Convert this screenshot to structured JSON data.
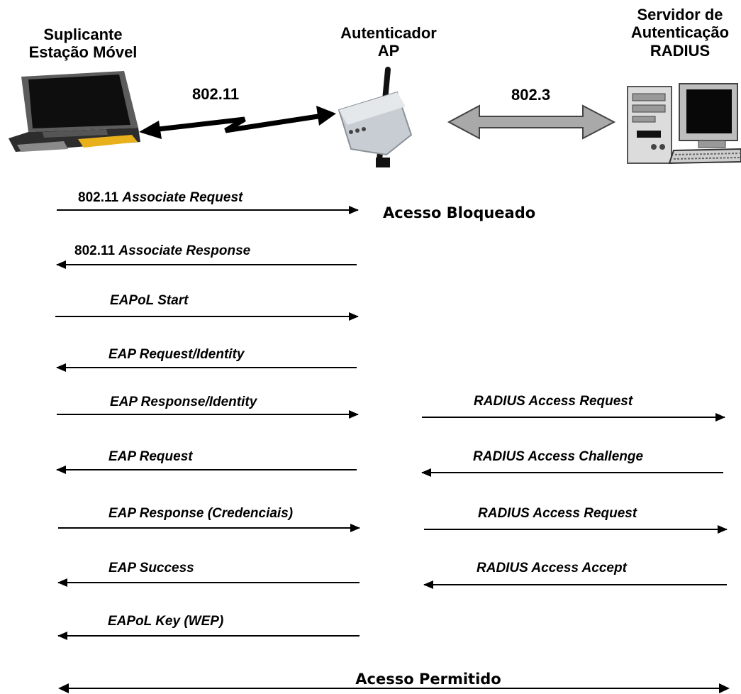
{
  "nodes": {
    "supplicant": {
      "line1": "Suplicante",
      "line2": "Estação Móvel"
    },
    "authenticator": {
      "line1": "Autenticador",
      "line2": "AP"
    },
    "server": {
      "line1": "Servidor de",
      "line2": "Autenticação",
      "line3": "RADIUS"
    }
  },
  "links": {
    "wireless": "802.11",
    "wired": "802.3"
  },
  "status": {
    "blocked": "Acesso Bloqueado",
    "allowed": "Acesso Permitido"
  },
  "messages": {
    "assoc_req_prefix": "802.11 ",
    "assoc_req": "Associate Request",
    "assoc_resp_prefix": "802.11 ",
    "assoc_resp": "Associate Response",
    "eapol_start": "EAPoL Start",
    "eap_req_identity": "EAP Request/Identity",
    "eap_resp_identity": "EAP Response/Identity",
    "eap_request": "EAP Request",
    "eap_resp_cred": "EAP Response (Credenciais)",
    "eap_success": "EAP Success",
    "eapol_key": "EAPoL Key (WEP)",
    "radius_req_1": "RADIUS Access Request",
    "radius_challenge": "RADIUS Access Challenge",
    "radius_req_2": "RADIUS Access Request",
    "radius_accept": "RADIUS Access Accept"
  }
}
